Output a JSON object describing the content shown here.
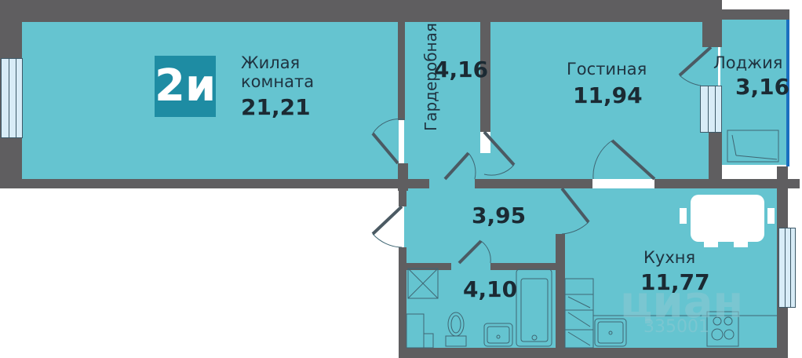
{
  "plan": {
    "type_badge": "2и",
    "rooms": [
      {
        "id": "living-room",
        "name_line1": "Жилая",
        "name_line2": "комната",
        "area": "21,21"
      },
      {
        "id": "wardrobe",
        "name": "Гардеробная",
        "area": "4,16"
      },
      {
        "id": "lounge",
        "name": "Гостиная",
        "area": "11,94"
      },
      {
        "id": "loggia",
        "name": "Лоджия",
        "area": "3,16"
      },
      {
        "id": "hallway",
        "name": "",
        "area": "3,95"
      },
      {
        "id": "bathroom",
        "name": "",
        "area": "4,10"
      },
      {
        "id": "kitchen",
        "name": "Кухня",
        "area": "11,77"
      }
    ],
    "colors": {
      "floor": "#65c4d0",
      "wall": "#5f5e60",
      "badge": "#1e8ca3",
      "text": "#1b2a33"
    }
  },
  "watermark": {
    "brand": "циан",
    "id": "335001"
  }
}
